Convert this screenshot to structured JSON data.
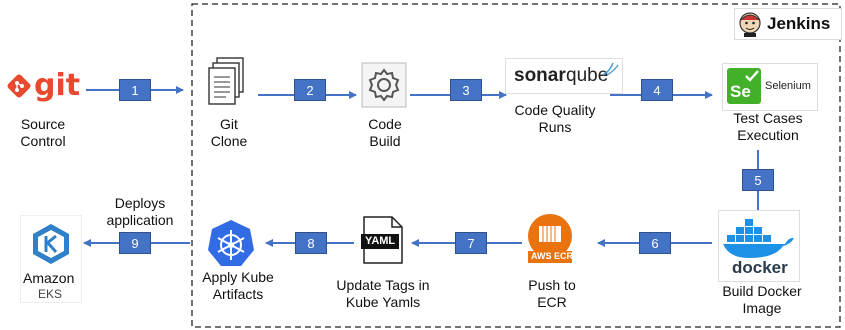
{
  "brand": {
    "jenkins": "Jenkins",
    "sonarqube_a": "sonar",
    "sonarqube_b": "qube",
    "selenium_mark": "Se",
    "selenium_word": "Selenium",
    "git_word": "git",
    "ecr_word": "AWS ECR",
    "yaml_word": "YAML",
    "docker_word": "docker",
    "amazon_word": "Amazon",
    "eks_word": "EKS"
  },
  "nodes": {
    "source_control": [
      "Source",
      "Control"
    ],
    "git_clone": [
      "Git",
      "Clone"
    ],
    "code_build": [
      "Code",
      "Build"
    ],
    "code_quality": [
      "Code Quality",
      "Runs"
    ],
    "test_cases": [
      "Test Cases",
      "Execution"
    ],
    "build_docker": [
      "Build Docker",
      "Image"
    ],
    "push_ecr": [
      "Push to",
      "ECR"
    ],
    "update_tags": [
      "Update Tags in",
      "Kube Yamls"
    ],
    "apply_kube": [
      "Apply Kube",
      "Artifacts"
    ],
    "deploys": [
      "Deploys",
      "application"
    ]
  },
  "steps": [
    "1",
    "2",
    "3",
    "4",
    "5",
    "6",
    "7",
    "8",
    "9"
  ],
  "colors": {
    "arrow": "#4472c4",
    "badge": "#4472c4",
    "git": "#e8492f",
    "docker": "#1d91e6",
    "k8s": "#326ce5",
    "ecr": "#e9730f"
  }
}
